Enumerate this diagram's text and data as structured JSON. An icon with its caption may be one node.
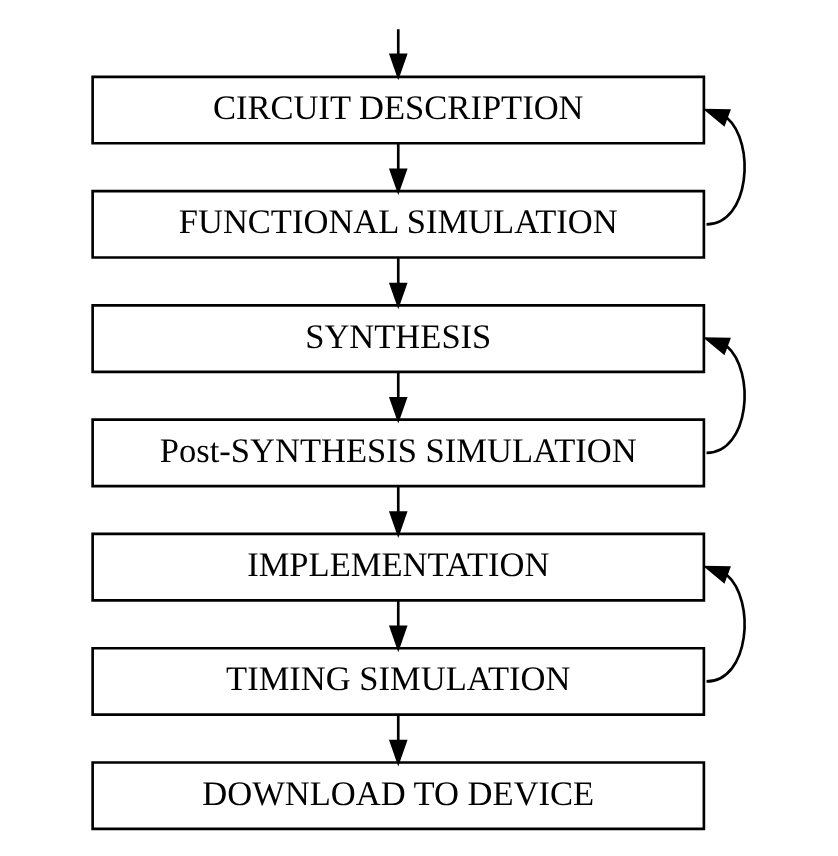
{
  "diagram": {
    "nodes": [
      {
        "text": [
          "CIRCUIT DESCRIPTION"
        ]
      },
      {
        "text": [
          "FUNCTIONAL SIMULATION"
        ]
      },
      {
        "text": [
          "SYNTHESIS"
        ]
      },
      {
        "text": [
          "Post-SYNTHESIS SIMULATION"
        ]
      },
      {
        "text": [
          "IMPLEMENTATION"
        ]
      },
      {
        "text": [
          "TIMING SIMULATION"
        ]
      },
      {
        "text": [
          "DOWNLOAD TO DEVICE"
        ]
      }
    ],
    "edges": [
      {
        "from": null,
        "to": 0,
        "arrow": "to"
      },
      {
        "from": 0,
        "to": 1,
        "arrow": "to"
      },
      {
        "from": 1,
        "to": 0,
        "arrow": "to"
      },
      {
        "from": 1,
        "to": 2,
        "arrow": "to"
      },
      {
        "from": 2,
        "to": 3,
        "arrow": "to"
      },
      {
        "from": 3,
        "to": 2,
        "arrow": "to"
      },
      {
        "from": 3,
        "to": 4,
        "arrow": "to"
      },
      {
        "from": 4,
        "to": 5,
        "arrow": "to"
      },
      {
        "from": 5,
        "to": 4,
        "arrow": "to"
      },
      {
        "from": 5,
        "to": 6,
        "arrow": "to"
      }
    ]
  }
}
